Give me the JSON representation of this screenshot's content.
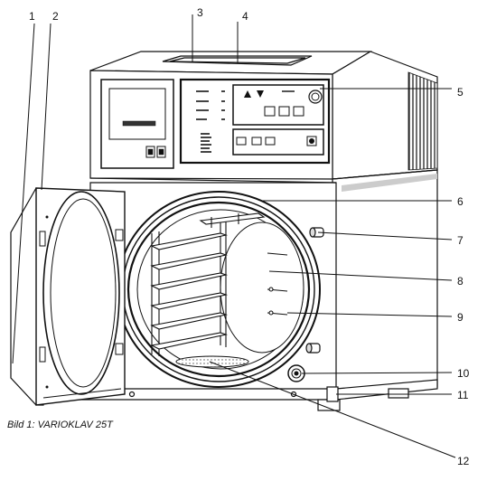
{
  "caption": "Bild 1: VARIOKLAV 25T",
  "callouts": [
    "1",
    "2",
    "3",
    "4",
    "5",
    "6",
    "7",
    "8",
    "9",
    "10",
    "11",
    "12"
  ],
  "colors": {
    "line": "#111111",
    "paper": "#ffffff",
    "shade": "#d0d0d0",
    "dark": "#555555"
  }
}
